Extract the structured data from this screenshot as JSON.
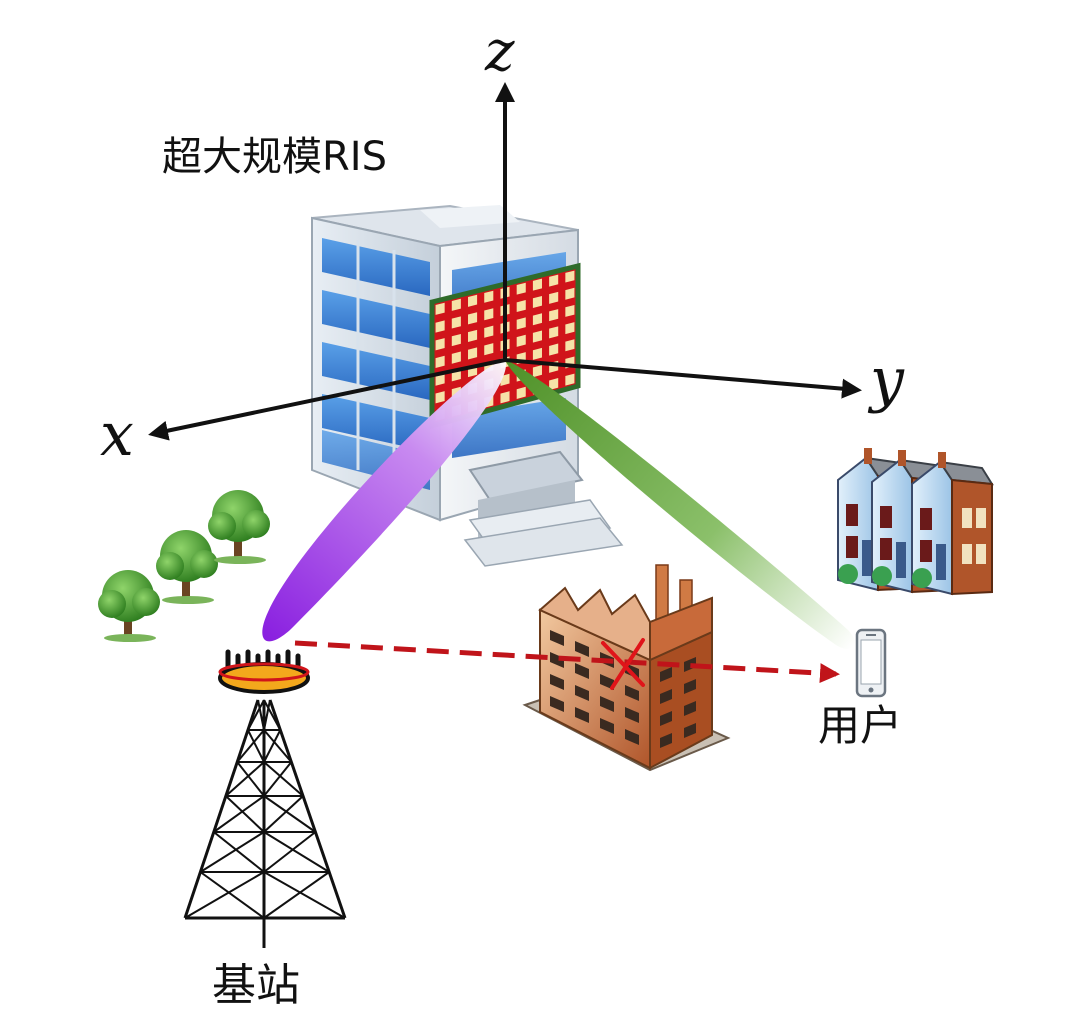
{
  "labels": {
    "ris": "超大规模RIS",
    "base_station": "基站",
    "user": "用户"
  },
  "axes": {
    "x": "x",
    "y": "y",
    "z": "z"
  },
  "colors": {
    "axis": "#111111",
    "beam_to_base_station": "#9b30e6",
    "beam_to_user": "#6aab3c",
    "blocked_link": "#c0141a",
    "ris_panel": "#d0141a",
    "ris_cell": "#f6e3a8",
    "ris_border": "#2f6b2a",
    "tree": "#3f9a2a",
    "factory": "#d08a5a"
  },
  "icons": {
    "ris_building": "office-building-icon",
    "base_station": "cell-tower-icon",
    "user": "smartphone-icon",
    "obstacle": "factory-icon",
    "trees": "tree-icon",
    "houses": "house-icon",
    "blocked": "cross-icon"
  }
}
